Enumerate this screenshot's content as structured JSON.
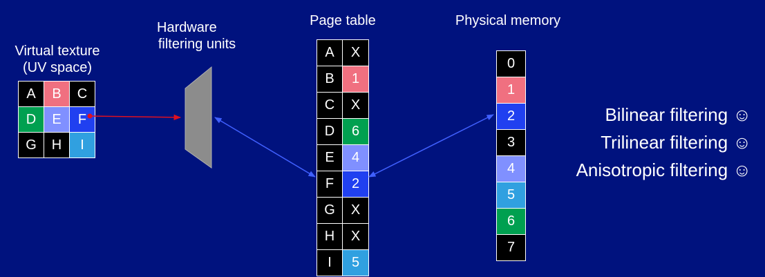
{
  "labels": {
    "virtual_texture_line1": "Virtual texture",
    "virtual_texture_line2": "(UV space)",
    "hardware_line1": "Hardware",
    "hardware_line2": "filtering units",
    "page_table": "Page table",
    "physical_memory": "Physical memory"
  },
  "colors": {
    "background": "#00127e",
    "black": "#000000",
    "red": "#f07080",
    "green": "#00a050",
    "blue": "#2040f0",
    "lavender": "#8090ff",
    "cyan": "#30a0e0",
    "gray": "#808080",
    "arrow_blue": "#4060ff",
    "arrow_red": "#e01020"
  },
  "virtual_texture": [
    {
      "label": "A",
      "color": "#000000"
    },
    {
      "label": "B",
      "color": "#f07080"
    },
    {
      "label": "C",
      "color": "#000000"
    },
    {
      "label": "D",
      "color": "#00a050"
    },
    {
      "label": "E",
      "color": "#8090ff"
    },
    {
      "label": "F",
      "color": "#2040f0"
    },
    {
      "label": "G",
      "color": "#000000"
    },
    {
      "label": "H",
      "color": "#000000"
    },
    {
      "label": "I",
      "color": "#30a0e0"
    }
  ],
  "page_table": [
    {
      "page": "A",
      "frame": "X",
      "color": "#000000"
    },
    {
      "page": "B",
      "frame": "1",
      "color": "#f07080"
    },
    {
      "page": "C",
      "frame": "X",
      "color": "#000000"
    },
    {
      "page": "D",
      "frame": "6",
      "color": "#00a050"
    },
    {
      "page": "E",
      "frame": "4",
      "color": "#8090ff"
    },
    {
      "page": "F",
      "frame": "2",
      "color": "#2040f0"
    },
    {
      "page": "G",
      "frame": "X",
      "color": "#000000"
    },
    {
      "page": "H",
      "frame": "X",
      "color": "#000000"
    },
    {
      "page": "I",
      "frame": "5",
      "color": "#30a0e0"
    }
  ],
  "physical_memory": [
    {
      "label": "0",
      "color": "#000000"
    },
    {
      "label": "1",
      "color": "#f07080"
    },
    {
      "label": "2",
      "color": "#2040f0"
    },
    {
      "label": "3",
      "color": "#000000"
    },
    {
      "label": "4",
      "color": "#8090ff"
    },
    {
      "label": "5",
      "color": "#30a0e0"
    },
    {
      "label": "6",
      "color": "#00a050"
    },
    {
      "label": "7",
      "color": "#000000"
    }
  ],
  "filtering": [
    {
      "text": "Bilinear filtering ☺"
    },
    {
      "text": "Trilinear filtering ☺"
    },
    {
      "text": "Anisotropic filtering ☺"
    }
  ]
}
